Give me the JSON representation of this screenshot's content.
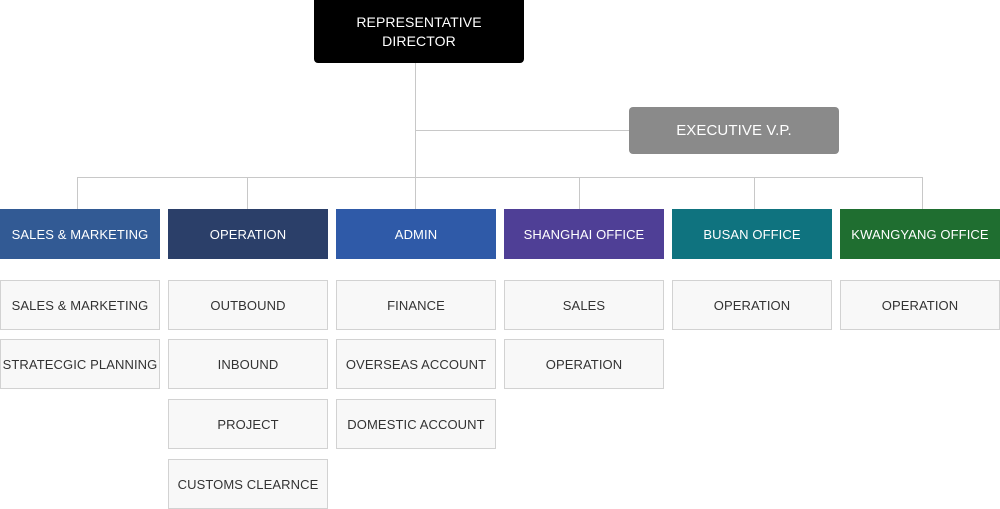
{
  "chart": {
    "top": "REPRESENTATIVE DIRECTOR",
    "evp": "EXECUTIVE V.P.",
    "departments": [
      {
        "label": "SALES & MARKETING",
        "color": "#325a94",
        "children": [
          "SALES & MARKETING",
          "STRATECGIC PLANNING"
        ]
      },
      {
        "label": "OPERATION",
        "color": "#2b3f69",
        "children": [
          "OUTBOUND",
          "INBOUND",
          "PROJECT",
          "CUSTOMS CLEARNCE"
        ]
      },
      {
        "label": "ADMIN",
        "color": "#2f5aa8",
        "children": [
          "FINANCE",
          "OVERSEAS ACCOUNT",
          "DOMESTIC ACCOUNT"
        ]
      },
      {
        "label": "SHANGHAI OFFICE",
        "color": "#4f3f96",
        "children": [
          "SALES",
          "OPERATION"
        ]
      },
      {
        "label": "BUSAN OFFICE",
        "color": "#0f737f",
        "children": [
          "OPERATION"
        ]
      },
      {
        "label": "KWANGYANG OFFICE",
        "color": "#1f6e30",
        "children": [
          "OPERATION"
        ]
      }
    ]
  }
}
